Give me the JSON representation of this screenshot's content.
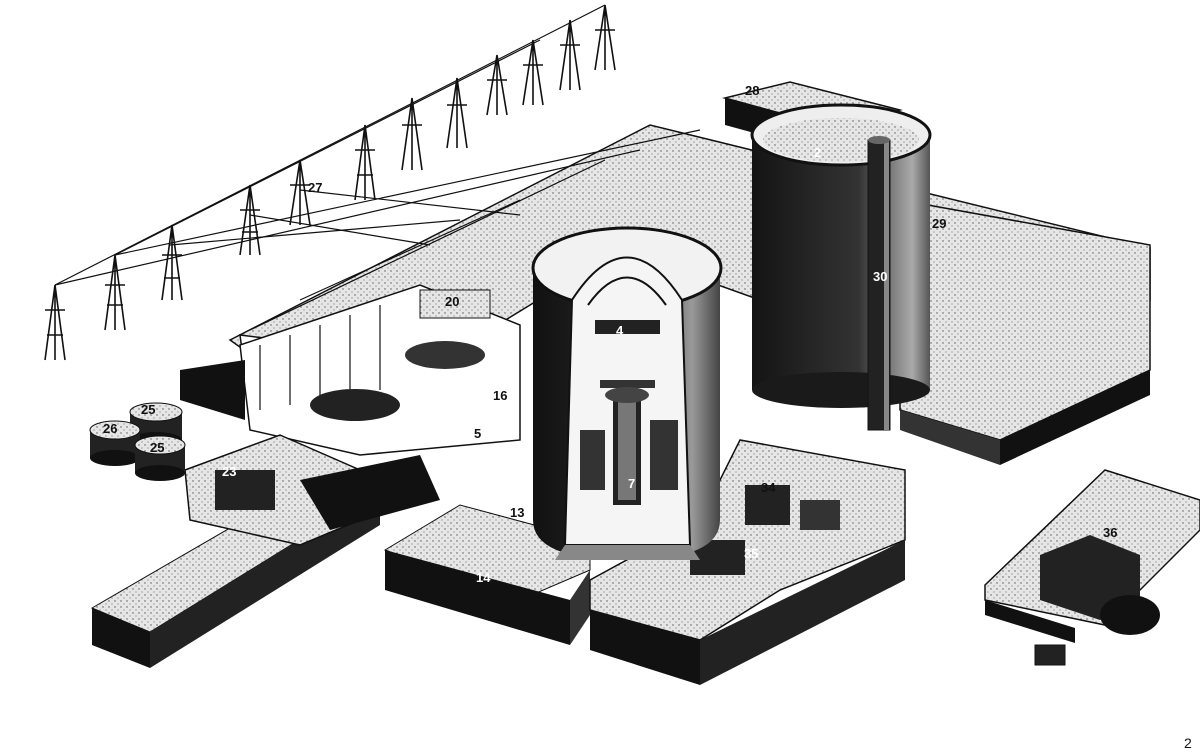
{
  "diagram": {
    "colors": {
      "ink": "#111111",
      "paper": "#ffffff",
      "tone": "#cfcfcf"
    },
    "callouts": [
      "28",
      "2",
      "29",
      "30",
      "27",
      "20",
      "4",
      "16",
      "5",
      "25",
      "25",
      "26",
      "23",
      "13",
      "7",
      "34",
      "14",
      "35",
      "36"
    ],
    "page_number": "2"
  }
}
